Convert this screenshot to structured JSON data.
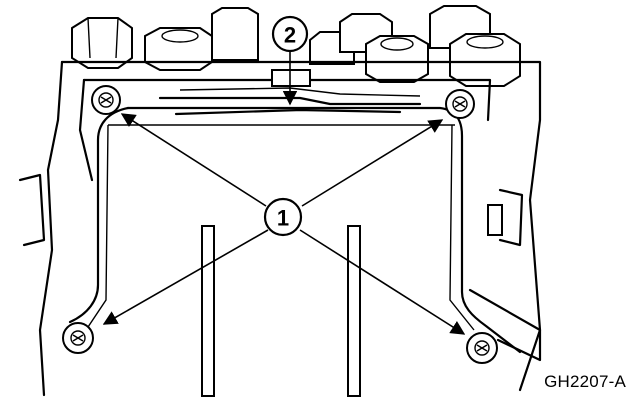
{
  "figure": {
    "id": "GH2207-A"
  },
  "callouts": [
    {
      "label": "1"
    },
    {
      "label": "2"
    }
  ]
}
